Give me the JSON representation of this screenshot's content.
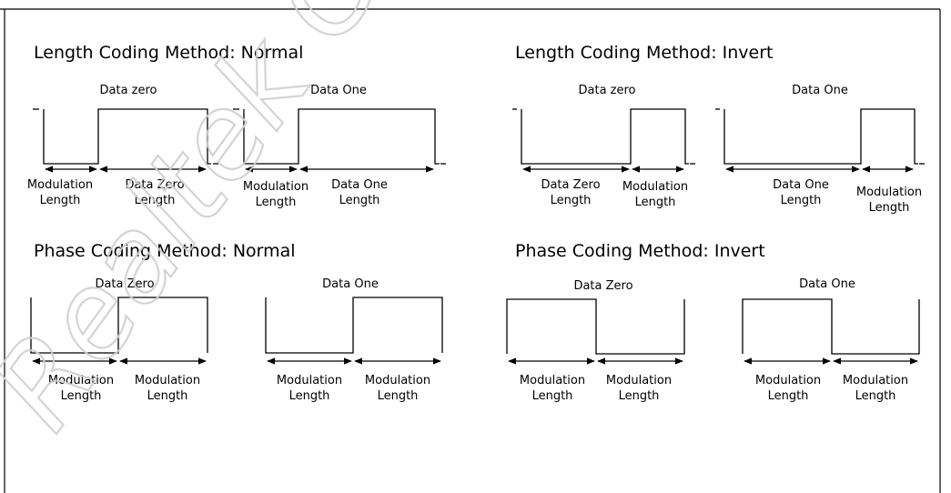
{
  "titles": {
    "length_normal": "Length Coding Method: Normal",
    "length_invert": "Length Coding Method: Invert",
    "phase_normal": "Phase Coding Method: Normal",
    "phase_invert": "Phase Coding Method: Invert"
  },
  "labels": {
    "data_zero_lower": "Data zero",
    "data_zero": "Data Zero",
    "data_one": "Data One",
    "modulation": "Modulation",
    "length": "Length",
    "data_zero_length_1": "Data Zero",
    "data_one_length_1": "Data One"
  },
  "watermark": "Realtek Confidential",
  "colors": {
    "line": "#000000",
    "watermark": "#d9d9d9"
  }
}
